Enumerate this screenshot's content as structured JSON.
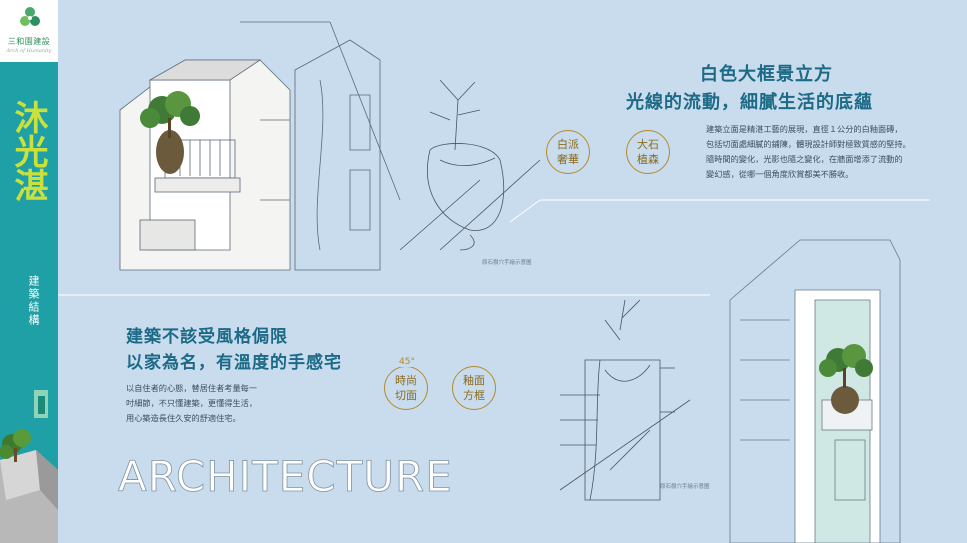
{
  "brand": {
    "name": "三和園建設",
    "sub": "Arch of Humanity"
  },
  "project": {
    "title": "沐光湛",
    "section": "建築結構"
  },
  "top_block": {
    "heading_line1": "白色大框景立方",
    "heading_line2": "光線的流動，細膩生活的底蘊",
    "body_lines": [
      "建築立面是精湛工藝的展現，直徑１公分的白釉面磚，",
      "包括切面處細膩的鋪陳，體現設計師對極致質感的堅持。",
      "隨時間的變化，光影也隨之變化，在牆面增添了流動的",
      "變幻感，從哪一個角度欣賞都美不勝收。"
    ],
    "badges": [
      {
        "line1": "白派",
        "line2": "奢華"
      },
      {
        "line1": "大石",
        "line2": "植森"
      }
    ],
    "caption": "原石樹穴手繪示意圖"
  },
  "bottom_block": {
    "heading_line1": "建築不該受風格侷限",
    "heading_line2": "以家為名，有溫度的手感宅",
    "body_lines": [
      "以自住者的心態，替居住者考量每一",
      "吋細節，不只懂建築，更懂得生活，",
      "用心築造長住久安的舒適住宅。"
    ],
    "badge_angle": "45°",
    "badges": [
      {
        "line1": "時尚",
        "line2": "切面"
      },
      {
        "line1": "釉面",
        "line2": "方框"
      }
    ],
    "caption": "原石樹穴手繪示意圖"
  },
  "watermark_word": "ARCHITECTURE",
  "colors": {
    "sidebar": "#1fa0a6",
    "title_accent": "#c9e13a",
    "heading": "#1c6a86",
    "badge_gold": "#b48a2e",
    "background": "#c9dced"
  }
}
